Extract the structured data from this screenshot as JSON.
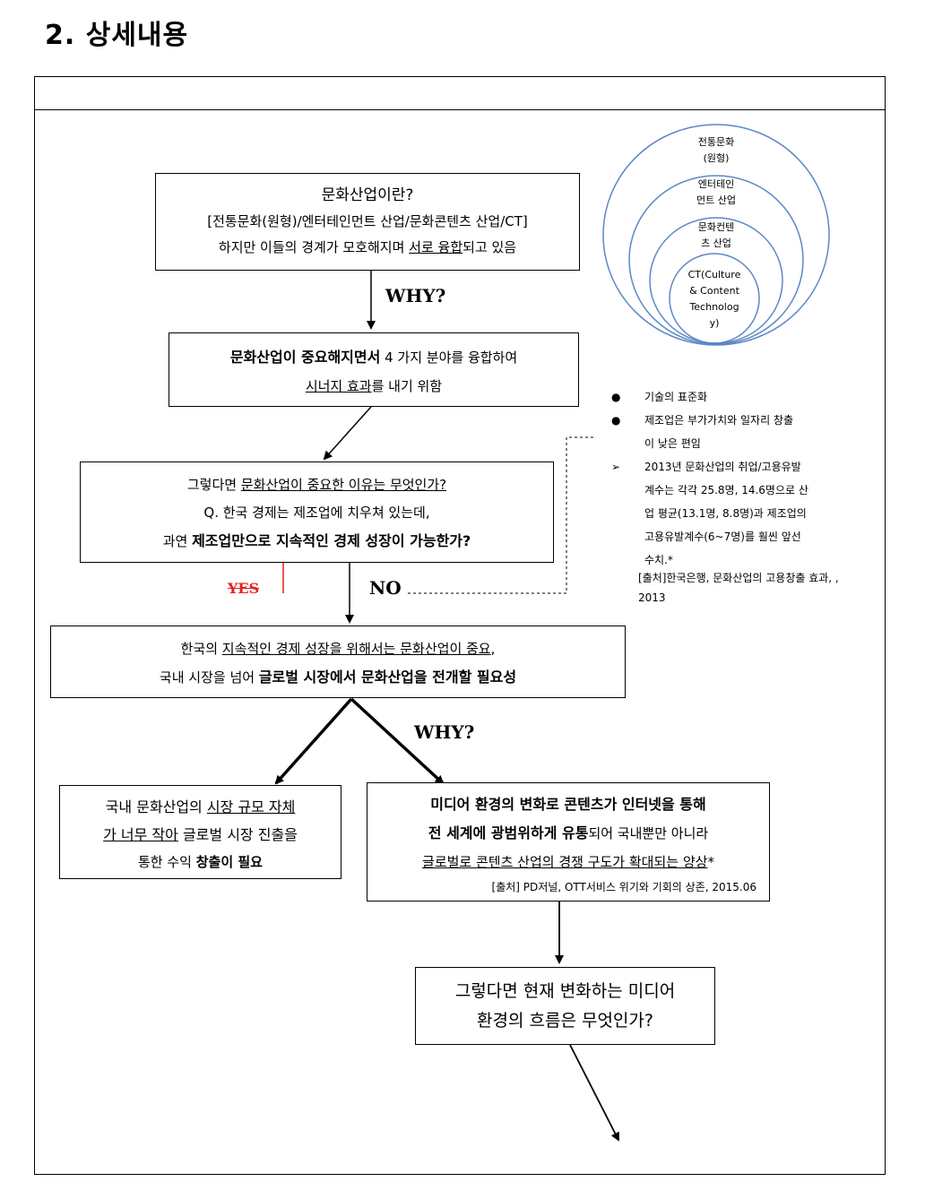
{
  "section_title": "2.  상세내용",
  "box1": {
    "line1": "문화산업이란?",
    "line2": "[전통문화(원형)/엔터테인먼트 산업/문화콘텐츠 산업/CT]",
    "line3_a": "하지만 이들의 경계가 모호해지며 ",
    "line3_u": "서로 융합",
    "line3_b": "되고 있음"
  },
  "why1": "WHY?",
  "box2": {
    "bold": "문화산업이 중요해지면서",
    "rest": " 4 가지 분야를 융합하여",
    "line2_u": "시너지 효과",
    "line2_b": "를 내기 위함"
  },
  "box3": {
    "line1_a": "그렇다면 ",
    "line1_u": "문화산업이 중요한 이유는 무엇인가?",
    "line2": "Q. 한국 경제는 제조업에 치우쳐 있는데,",
    "line3_a": "과연 ",
    "line3_b": "제조업만으로 지속적인 경제 성장이 가능한가?"
  },
  "yes_label": "YES",
  "no_label": "NO",
  "box4": {
    "line1_a": "한국의 ",
    "line1_u": "지속적인 경제 성장을 위해서는 문화산업이 중요",
    "line1_b": ",",
    "line2_a": "국내 시장을 넘어 ",
    "line2_b": "글로벌 시장에서 문화산업을 전개할 필요성"
  },
  "why2": "WHY?",
  "box5": {
    "line1_a": "국내 문화산업의 ",
    "line1_u": "시장 규모 자체",
    "line2_u": "가 너무 작아",
    "line2_b": " 글로벌 시장 진출을",
    "line3_a": "통한 수익 ",
    "line3_b": "창출이 필요"
  },
  "box6": {
    "line1": "미디어 환경의 변화로 콘텐츠가 인터넷을 통해",
    "line2_b": "전 세계에 광범위하게 유통",
    "line2_rest": "되어 국내뿐만 아니라",
    "line3_u": "글로벌로 콘텐츠 산업의 경쟁 구도가 확대되는 양상",
    "line3_star": "*",
    "source": "[출처] PD저널, OTT서비스 위기와 기회의 상존, 2015.06"
  },
  "box7": {
    "line1": "그렇다면 현재 변화하는 미디어",
    "line2": "환경의 흐름은 무엇인가?"
  },
  "circles": {
    "outer_1": "전통문화",
    "outer_2": "(원형)",
    "second_1": "엔터테인",
    "second_2": "먼트 산업",
    "third_1": "문화컨텐",
    "third_2": "츠 산업",
    "inner_1": "CT(Culture",
    "inner_2": "& Content",
    "inner_3": "Technolog",
    "inner_4": "y)"
  },
  "notes": {
    "bullet1": "기술의 표준화",
    "bullet2_a": "제조업은 부가가치와 일자리 창출",
    "bullet2_b": "이 낮은 편임",
    "bullet3_a": "2013년 문화산업의 취업/고용유발",
    "bullet3_b": "계수는 각각 25.8명, 14.6명으로 산",
    "bullet3_c": "업 평균(13.1명, 8.8명)과 제조업의",
    "bullet3_d": "고용유발계수(6~7명)를 훨씬 앞선",
    "bullet3_e": "수치.*",
    "source_a": "[출처]한국은행, 문화산업의 고용창출 효과, ,",
    "source_b": "2013"
  },
  "colors": {
    "circle_stroke": "#5b87c5",
    "yes_red": "#e02020"
  }
}
